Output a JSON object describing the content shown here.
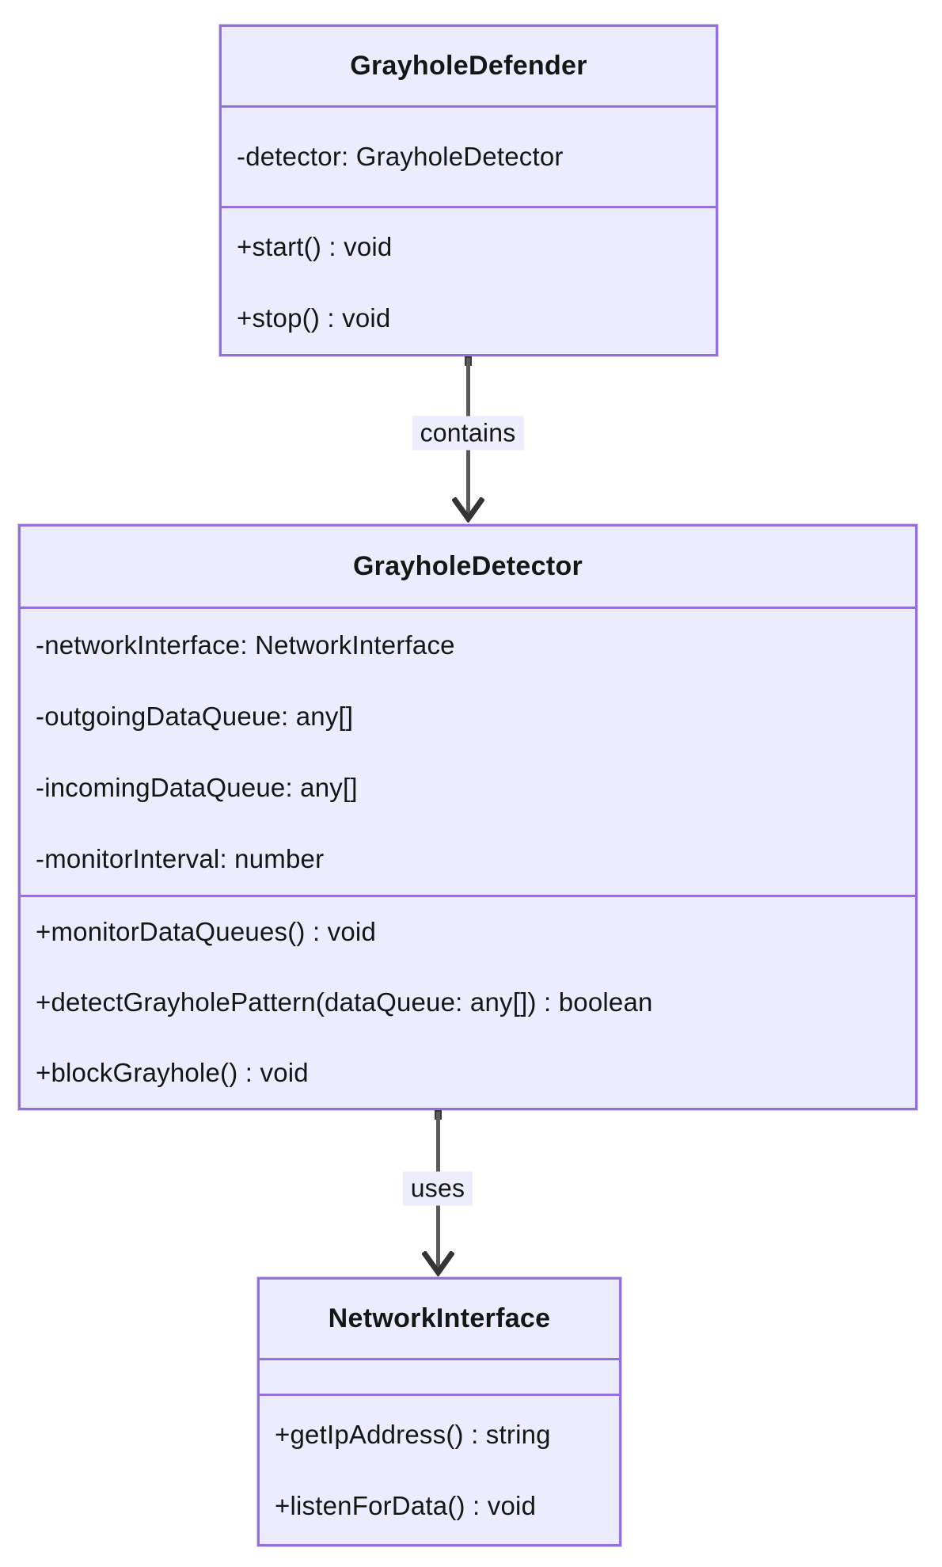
{
  "diagram_type": "uml-class-diagram",
  "classes": [
    {
      "name": "GrayholeDefender",
      "attributes": [
        "-detector: GrayholeDetector"
      ],
      "methods": [
        "+start() : void",
        "+stop() : void"
      ]
    },
    {
      "name": "GrayholeDetector",
      "attributes": [
        "-networkInterface: NetworkInterface",
        "-outgoingDataQueue: any[]",
        "-incomingDataQueue: any[]",
        "-monitorInterval: number"
      ],
      "methods": [
        "+monitorDataQueues() : void",
        "+detectGrayholePattern(dataQueue: any[]) : boolean",
        "+blockGrayhole() : void"
      ]
    },
    {
      "name": "NetworkInterface",
      "attributes": [],
      "methods": [
        "+getIpAddress() : string",
        "+listenForData() : void"
      ]
    }
  ],
  "edges": [
    {
      "from": "GrayholeDefender",
      "to": "GrayholeDetector",
      "label": "contains"
    },
    {
      "from": "GrayholeDetector",
      "to": "NetworkInterface",
      "label": "uses"
    }
  ],
  "colors": {
    "class_fill": "#ECECFF",
    "class_border": "#9370DB",
    "text": "#161616",
    "edge_line": "#5a5a5a",
    "arrowhead": "#343434",
    "edge_label_bg": "#EDEDFB",
    "page_bg": "#ffffff"
  }
}
